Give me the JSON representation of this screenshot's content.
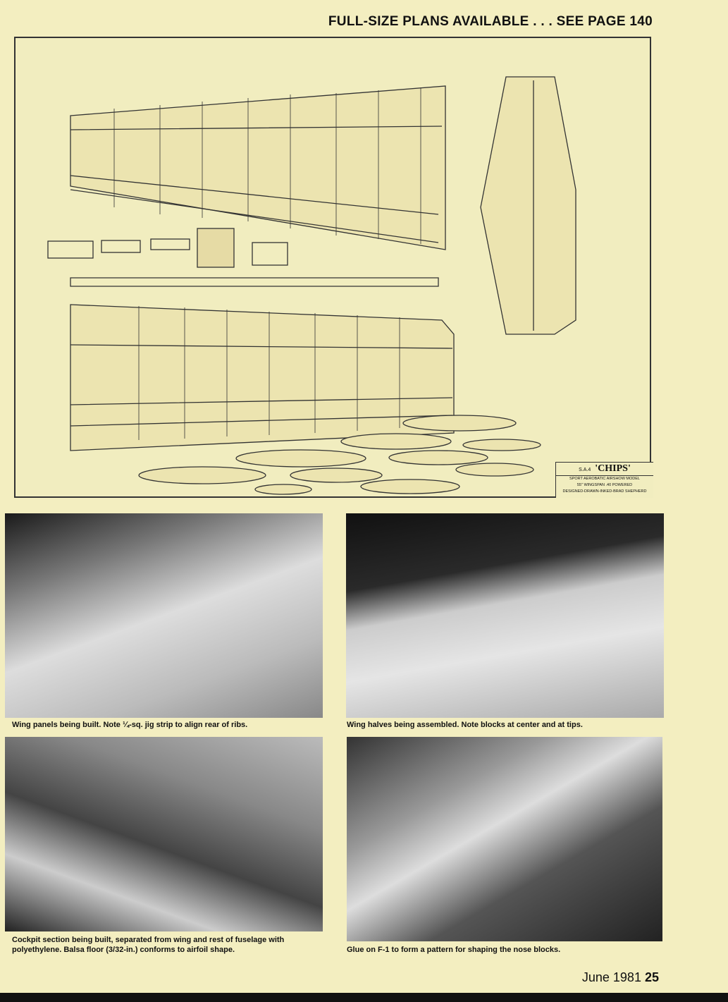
{
  "header": {
    "text": "FULL-SIZE PLANS AVAILABLE . . . SEE PAGE 140"
  },
  "plan": {
    "title_block": {
      "code": "S.A.4",
      "name": "'CHIPS'",
      "line1": "SPORT AEROBATIC AIRSHOW MODEL",
      "line2": "55\" WINGSPAN .40 POWERED",
      "line3": "DESIGNED-DRAWN-INKED-BRAD SHEPHERD"
    }
  },
  "photos": [
    {
      "caption": "Wing panels being built. Note ¼-sq. jig strip to align rear of ribs."
    },
    {
      "caption": "Wing halves being assembled. Note blocks at center and at tips."
    },
    {
      "caption": "Cockpit section being built, separated from wing and rest of fuselage with polyethylene. Balsa floor (3/32-in.) conforms to airfoil shape."
    },
    {
      "caption": "Glue on F-1 to form a pattern for shaping the nose blocks."
    }
  ],
  "footer": {
    "issue": "June 1981",
    "page": "25"
  }
}
